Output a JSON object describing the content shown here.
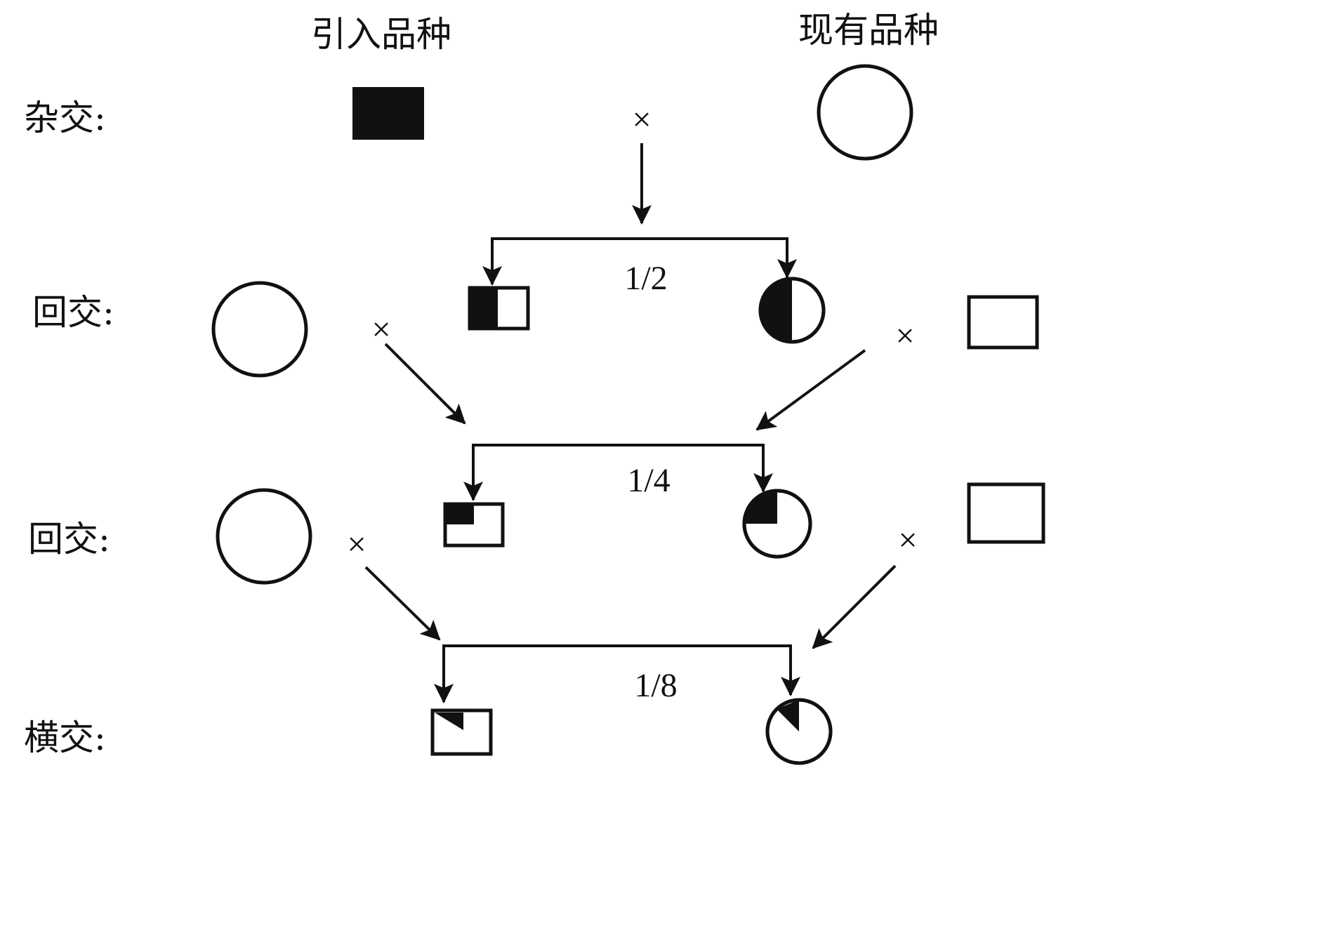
{
  "header": {
    "introduced_breed": "引入品种",
    "existing_breed": "现有品种"
  },
  "rows": {
    "hybrid": "杂交:",
    "backcross_1": "回交:",
    "backcross_2": "回交:",
    "cross": "横交:"
  },
  "fractions": {
    "f1": "1/2",
    "f2": "1/4",
    "f3": "1/8"
  },
  "symbols": {
    "cross_sign": "×"
  }
}
